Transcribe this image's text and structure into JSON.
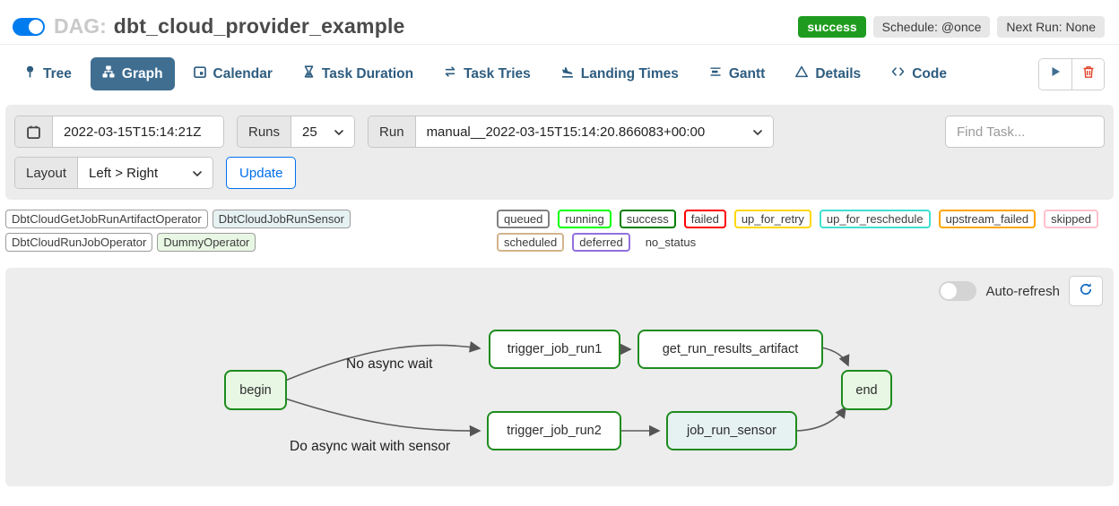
{
  "header": {
    "dag_toggle_on": true,
    "dag_prefix": "DAG:",
    "dag_title": "dbt_cloud_provider_example",
    "status_badge": "success",
    "schedule_badge": "Schedule: @once",
    "next_run_badge": "Next Run: None"
  },
  "tabs": [
    {
      "label": "Tree",
      "icon": "pin-icon",
      "active": false
    },
    {
      "label": "Graph",
      "icon": "sitemap-icon",
      "active": true
    },
    {
      "label": "Calendar",
      "icon": "calendar-icon",
      "active": false
    },
    {
      "label": "Task Duration",
      "icon": "hourglass-icon",
      "active": false
    },
    {
      "label": "Task Tries",
      "icon": "repeat-icon",
      "active": false
    },
    {
      "label": "Landing Times",
      "icon": "plane-landing-icon",
      "active": false
    },
    {
      "label": "Gantt",
      "icon": "align-icon",
      "active": false
    },
    {
      "label": "Details",
      "icon": "warning-triangle-icon",
      "active": false
    },
    {
      "label": "Code",
      "icon": "code-icon",
      "active": false
    }
  ],
  "filters": {
    "base_date_value": "2022-03-15T15:14:21Z",
    "runs_label": "Runs",
    "runs_value": "25",
    "run_label": "Run",
    "run_value": "manual__2022-03-15T15:14:20.866083+00:00",
    "find_task_placeholder": "Find Task...",
    "layout_label": "Layout",
    "layout_value": "Left > Right",
    "update_label": "Update"
  },
  "legend": {
    "operators": [
      {
        "label": "DbtCloudGetJobRunArtifactOperator",
        "fill": "#ffffff"
      },
      {
        "label": "DbtCloudJobRunSensor",
        "fill": "#e6f1f2"
      },
      {
        "label": "DbtCloudRunJobOperator",
        "fill": "#ffffff"
      },
      {
        "label": "DummyOperator",
        "fill": "#e8f7e4"
      }
    ],
    "states": [
      {
        "label": "queued",
        "border": "#808080"
      },
      {
        "label": "running",
        "border": "#00ff00"
      },
      {
        "label": "success",
        "border": "#008000"
      },
      {
        "label": "failed",
        "border": "#ff0000"
      },
      {
        "label": "up_for_retry",
        "border": "#ffd700"
      },
      {
        "label": "up_for_reschedule",
        "border": "#40e0d0"
      },
      {
        "label": "upstream_failed",
        "border": "#ffa500"
      },
      {
        "label": "skipped",
        "border": "#ffc0cb"
      },
      {
        "label": "scheduled",
        "border": "#d2b48c"
      },
      {
        "label": "deferred",
        "border": "#9370db"
      },
      {
        "label": "no_status",
        "border": "transparent"
      }
    ]
  },
  "graph": {
    "auto_refresh_label": "Auto-refresh",
    "auto_refresh_on": false,
    "nodes": [
      {
        "id": "begin",
        "label": "begin",
        "operator": "DummyOperator",
        "state": "success"
      },
      {
        "id": "trigger_job_run1",
        "label": "trigger_job_run1",
        "operator": "DbtCloudRunJobOperator",
        "state": "success"
      },
      {
        "id": "get_run_results_artifact",
        "label": "get_run_results_artifact",
        "operator": "DbtCloudGetJobRunArtifactOperator",
        "state": "success"
      },
      {
        "id": "trigger_job_run2",
        "label": "trigger_job_run2",
        "operator": "DbtCloudRunJobOperator",
        "state": "success"
      },
      {
        "id": "job_run_sensor",
        "label": "job_run_sensor",
        "operator": "DbtCloudJobRunSensor",
        "state": "success"
      },
      {
        "id": "end",
        "label": "end",
        "operator": "DummyOperator",
        "state": "success"
      }
    ],
    "edges": [
      {
        "from": "begin",
        "to": "trigger_job_run1",
        "label": "No async wait"
      },
      {
        "from": "trigger_job_run1",
        "to": "get_run_results_artifact",
        "label": ""
      },
      {
        "from": "get_run_results_artifact",
        "to": "end",
        "label": ""
      },
      {
        "from": "begin",
        "to": "trigger_job_run2",
        "label": "Do async wait with sensor"
      },
      {
        "from": "trigger_job_run2",
        "to": "job_run_sensor",
        "label": ""
      },
      {
        "from": "job_run_sensor",
        "to": "end",
        "label": ""
      }
    ],
    "edge_labels": [
      "No async wait",
      "Do async wait with sensor"
    ]
  },
  "colors": {
    "toggle_on": "#017cee",
    "active_tab_bg": "#3f6e91",
    "tab_text": "#2e5d80",
    "success_badge_bg": "#1f9c1f",
    "node_border_success": "#1e8c1e",
    "update_button_blue": "#016fee",
    "trash_red": "#e0442a",
    "panel_bg": "#ededed",
    "filterbar_bg": "#ececec"
  }
}
